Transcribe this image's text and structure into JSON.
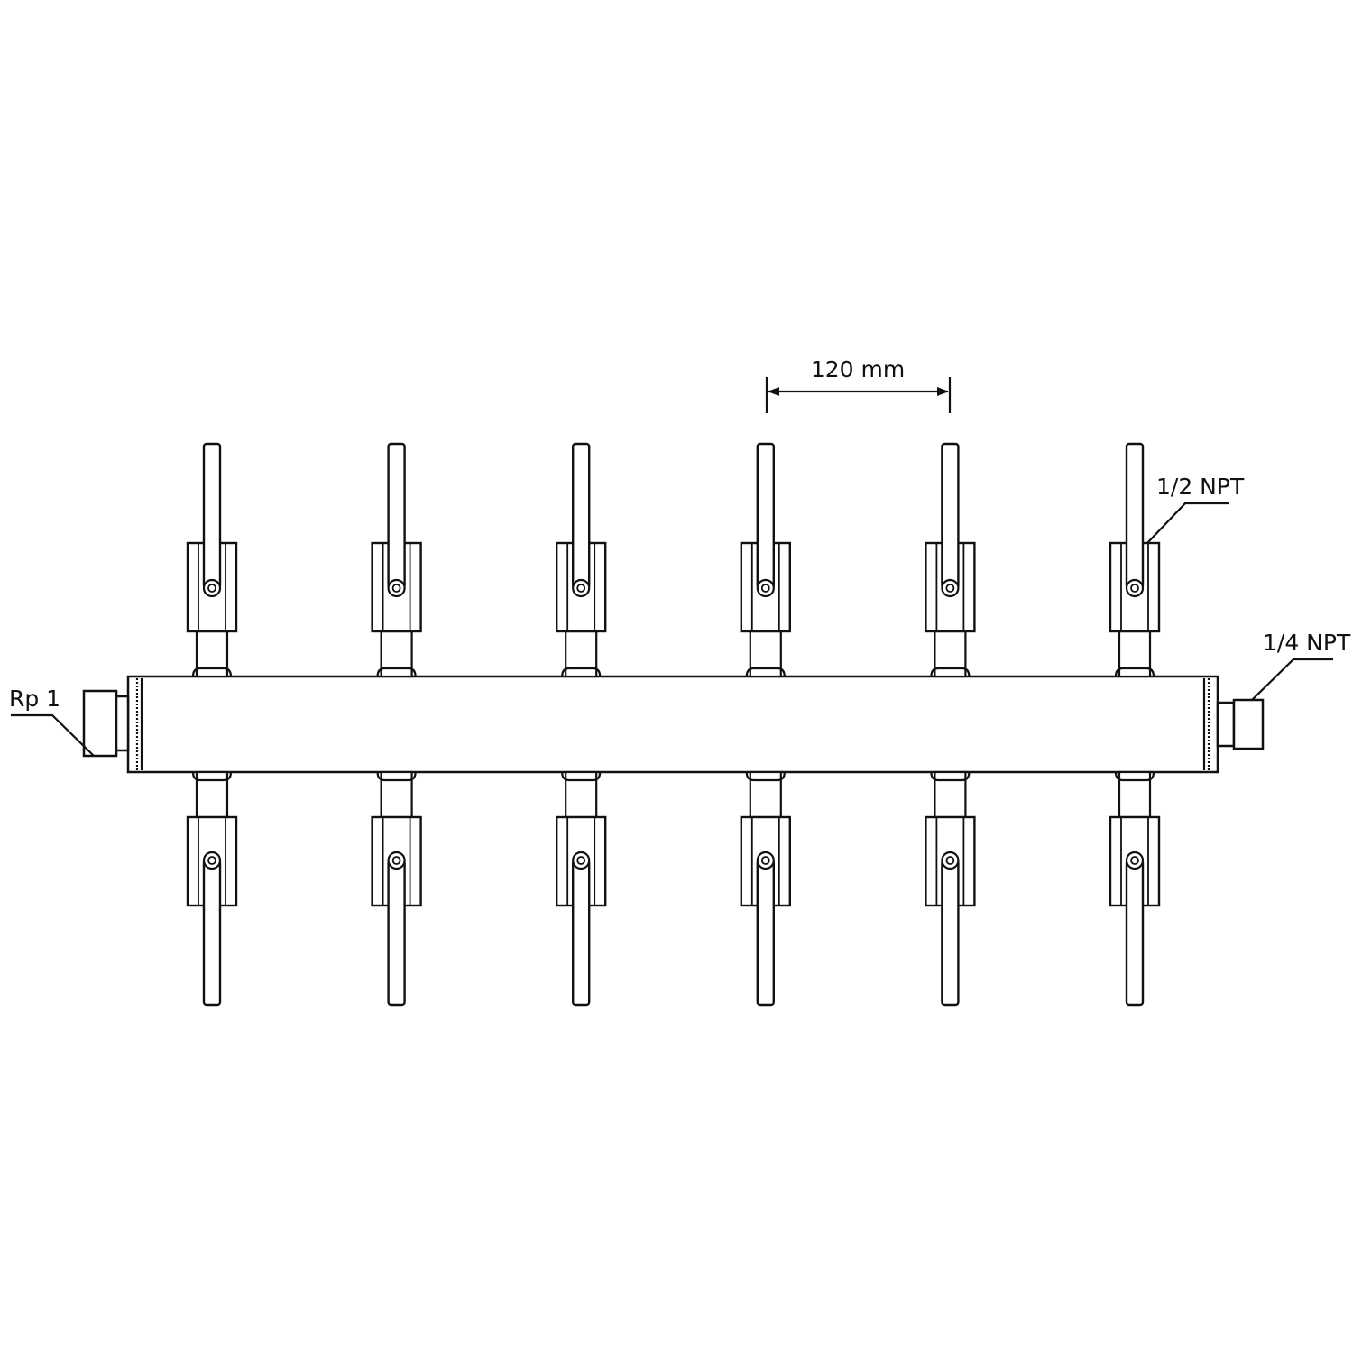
{
  "labels": {
    "spacing": "120 mm",
    "outlet_thread": "1/2 NPT",
    "side_port_thread": "1/4 NPT",
    "inlet_thread": "Rp 1"
  },
  "manifold": {
    "outlets_per_side": 6,
    "sides": [
      "top",
      "bottom"
    ]
  },
  "colors": {
    "line": "#111111",
    "background": "#ffffff"
  }
}
